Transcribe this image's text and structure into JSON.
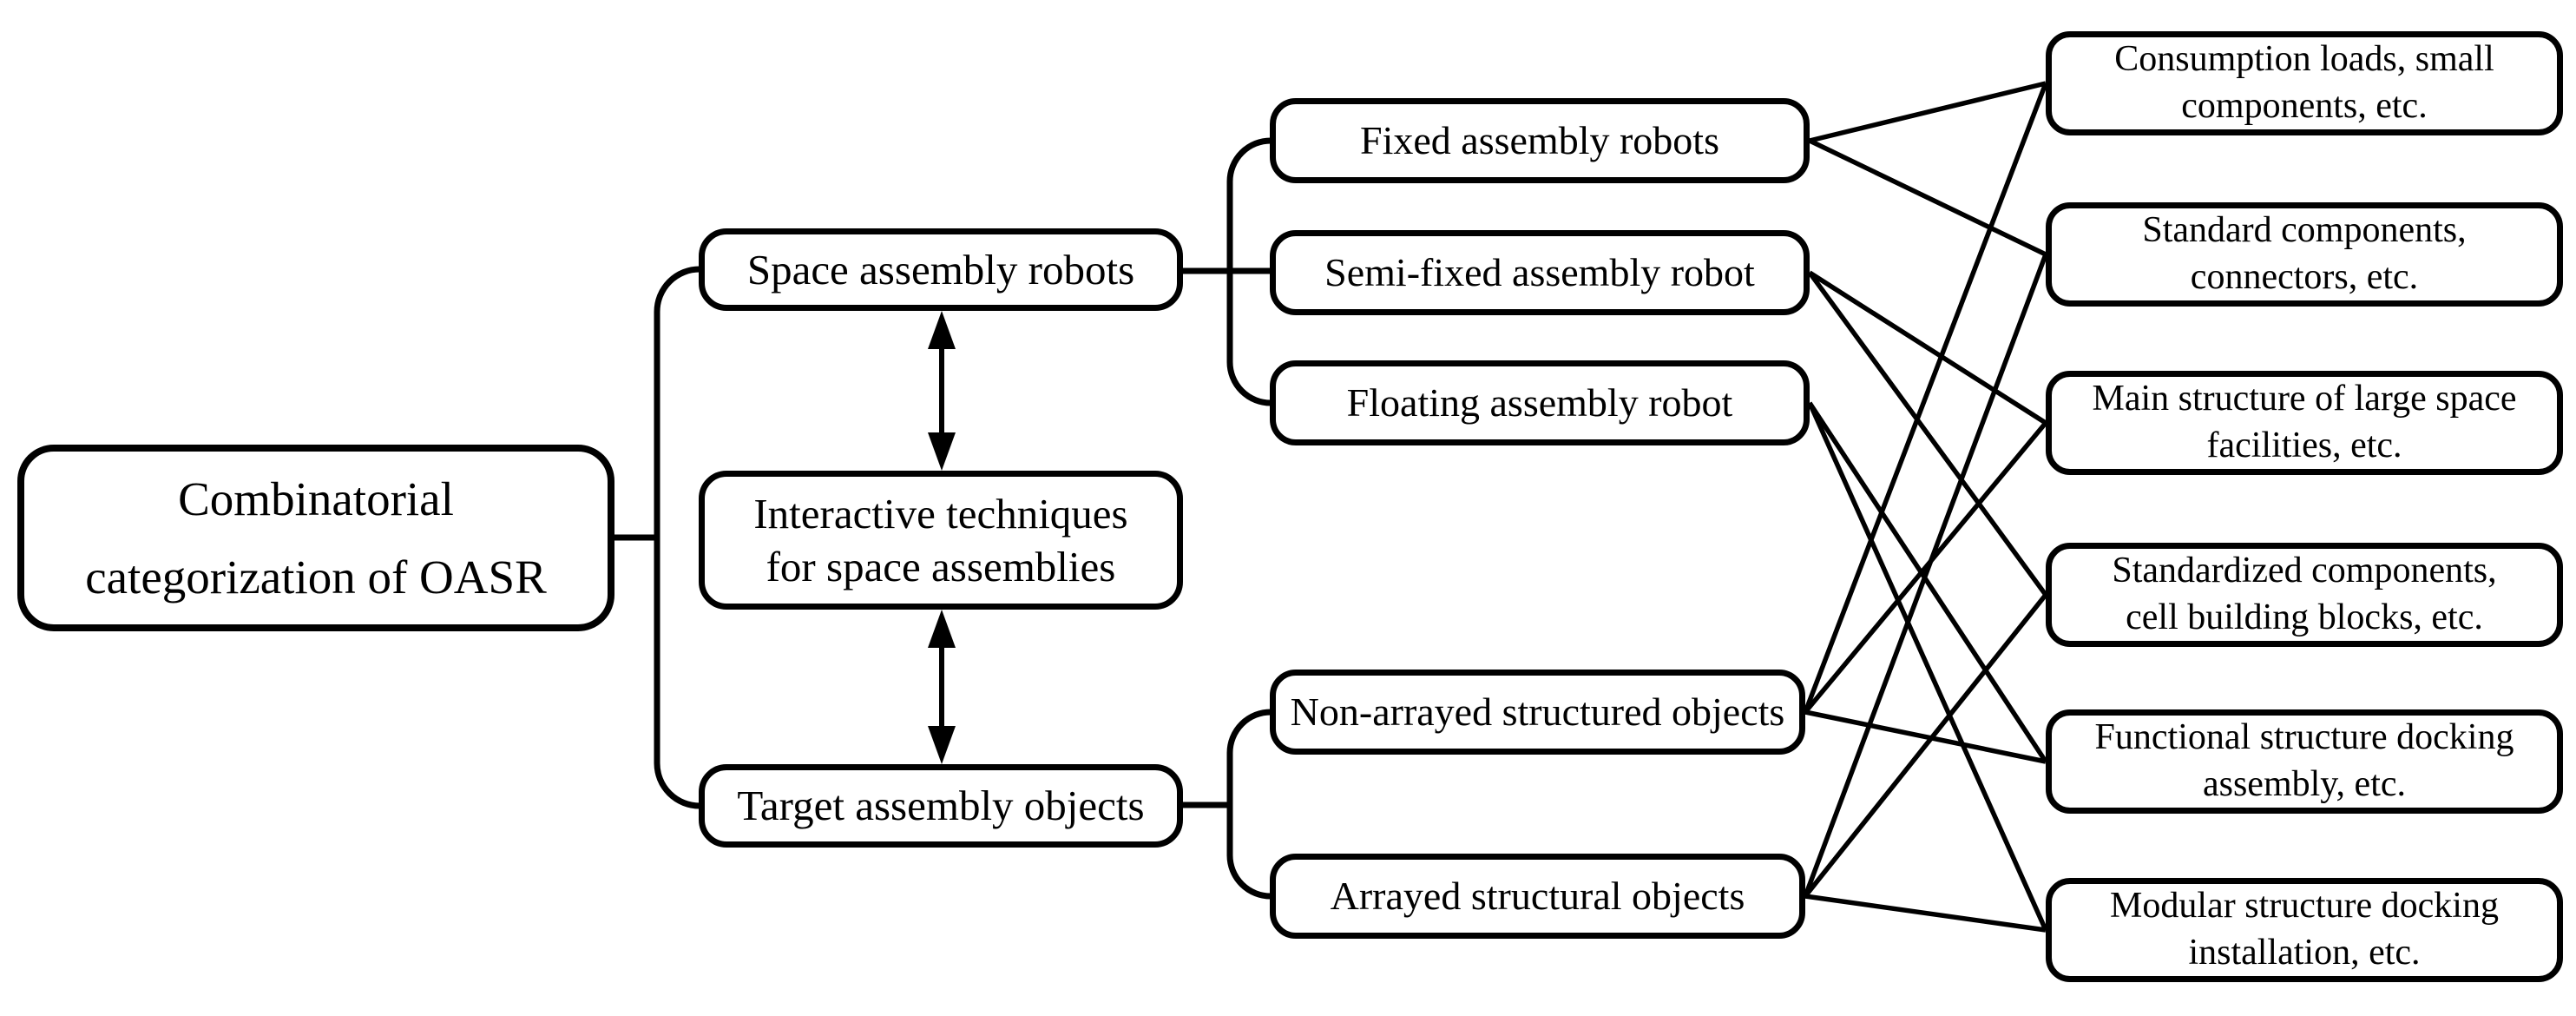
{
  "figure": {
    "background_color": "#ffffff",
    "line_color": "#000000"
  },
  "root": {
    "id": "oasr-root",
    "label": "Combinatorial\ncategorization of OASR"
  },
  "categories": [
    {
      "id": "space-assembly-robots",
      "label": "Space assembly robots"
    },
    {
      "id": "interactive-techniques",
      "label": "Interactive techniques\nfor space assemblies"
    },
    {
      "id": "target-assembly-objects",
      "label": "Target assembly objects"
    }
  ],
  "robot_types": [
    {
      "id": "fixed-assembly-robots",
      "label": "Fixed assembly robots"
    },
    {
      "id": "semi-fixed-assembly-robot",
      "label": "Semi-fixed assembly robot"
    },
    {
      "id": "floating-assembly-robot",
      "label": "Floating assembly robot"
    }
  ],
  "object_types": [
    {
      "id": "non-arrayed-structured-objects",
      "label": "Non-arrayed structured objects"
    },
    {
      "id": "arrayed-structural-objects",
      "label": "Arrayed structural objects"
    }
  ],
  "example_groups": [
    {
      "id": "consumption-loads",
      "label": "Consumption loads, small\ncomponents, etc."
    },
    {
      "id": "standard-components",
      "label": "Standard components,\nconnectors, etc."
    },
    {
      "id": "main-structure",
      "label": "Main structure of large space\nfacilities, etc."
    },
    {
      "id": "standardized-components",
      "label": "Standardized components,\ncell building blocks, etc."
    },
    {
      "id": "functional-docking",
      "label": "Functional structure docking\nassembly, etc."
    },
    {
      "id": "modular-docking",
      "label": "Modular structure docking\ninstallation, etc."
    }
  ],
  "connections": [
    {
      "from": "fixed-assembly-robots",
      "to": "consumption-loads"
    },
    {
      "from": "fixed-assembly-robots",
      "to": "standard-components"
    },
    {
      "from": "semi-fixed-assembly-robot",
      "to": "main-structure"
    },
    {
      "from": "semi-fixed-assembly-robot",
      "to": "standardized-components"
    },
    {
      "from": "floating-assembly-robot",
      "to": "functional-docking"
    },
    {
      "from": "floating-assembly-robot",
      "to": "modular-docking"
    },
    {
      "from": "non-arrayed-structured-objects",
      "to": "consumption-loads"
    },
    {
      "from": "non-arrayed-structured-objects",
      "to": "main-structure"
    },
    {
      "from": "non-arrayed-structured-objects",
      "to": "functional-docking"
    },
    {
      "from": "arrayed-structural-objects",
      "to": "standard-components"
    },
    {
      "from": "arrayed-structural-objects",
      "to": "standardized-components"
    },
    {
      "from": "arrayed-structural-objects",
      "to": "modular-docking"
    }
  ],
  "bidirectional_relations": [
    {
      "between": [
        "space-assembly-robots",
        "interactive-techniques"
      ]
    },
    {
      "between": [
        "interactive-techniques",
        "target-assembly-objects"
      ]
    }
  ]
}
